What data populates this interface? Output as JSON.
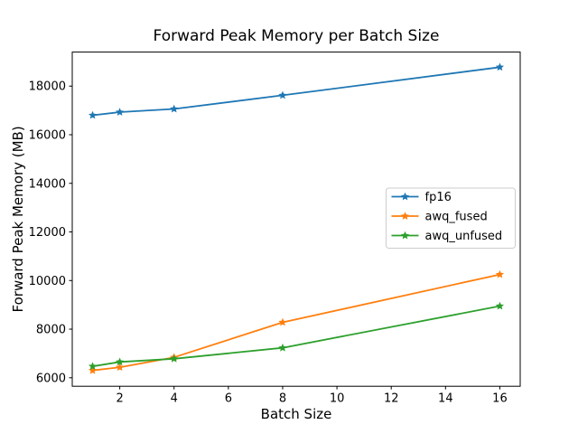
{
  "figure": {
    "background": "#ffffff",
    "text_color": "#000000"
  },
  "chart_data": {
    "type": "line",
    "title": "Forward Peak Memory per Batch Size",
    "xlabel": "Batch Size",
    "ylabel": "Forward Peak Memory (MB)",
    "x": [
      1,
      2,
      4,
      8,
      16
    ],
    "series": [
      {
        "name": "fp16",
        "color": "#1f77b4",
        "marker": "star",
        "values": [
          16800,
          16930,
          17060,
          17620,
          18780
        ]
      },
      {
        "name": "awq_fused",
        "color": "#ff7f0e",
        "marker": "star",
        "values": [
          6300,
          6430,
          6840,
          8280,
          10250
        ]
      },
      {
        "name": "awq_unfused",
        "color": "#2ca02c",
        "marker": "star",
        "values": [
          6470,
          6650,
          6780,
          7230,
          8950
        ]
      }
    ],
    "xlim": [
      0.25,
      16.75
    ],
    "ylim": [
      5650,
      19400
    ],
    "xticks": [
      2,
      4,
      6,
      8,
      10,
      12,
      14,
      16
    ],
    "yticks": [
      6000,
      8000,
      10000,
      12000,
      14000,
      16000,
      18000
    ],
    "grid": false,
    "legend": {
      "entries": [
        "fp16",
        "awq_fused",
        "awq_unfused"
      ],
      "position": "center right",
      "border_color": "#cccccc",
      "background": "#ffffff"
    },
    "axis_color": "#000000"
  }
}
